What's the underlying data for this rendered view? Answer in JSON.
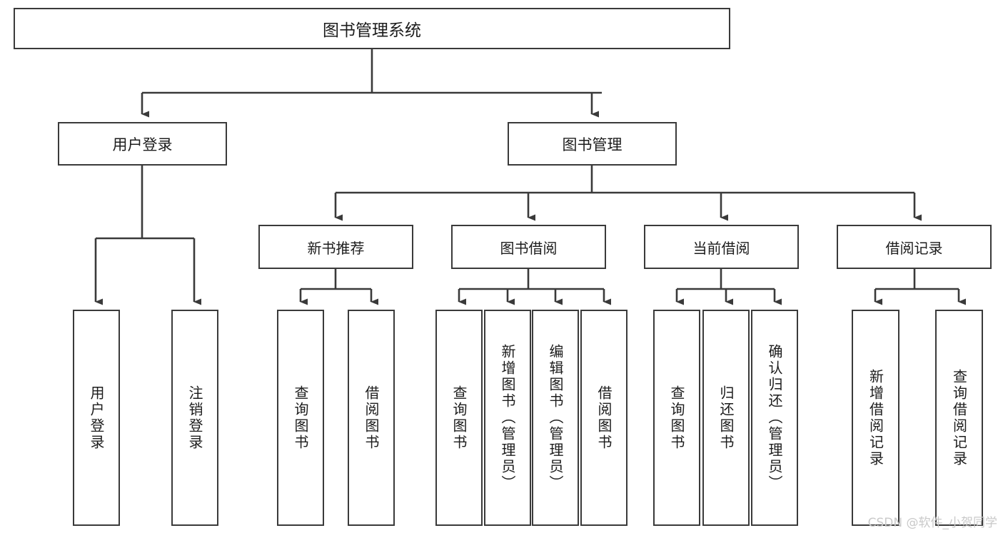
{
  "diagram": {
    "title": "图书管理系统",
    "type": "hierarchy-tree",
    "colors": {
      "box_border": "#3a3a3a",
      "box_fill": "#ffffff",
      "connector": "#3a3a3a",
      "text": "#1c1c1c",
      "watermark": "#c9c9c9",
      "background": "#ffffff"
    },
    "root": {
      "label": "图书管理系统"
    },
    "level2": [
      {
        "label": "用户登录"
      },
      {
        "label": "图书管理"
      }
    ],
    "level3": [
      {
        "label": "新书推荐"
      },
      {
        "label": "图书借阅"
      },
      {
        "label": "当前借阅"
      },
      {
        "label": "借阅记录"
      }
    ],
    "leaves": {
      "user_login": [
        {
          "label": "用户登录"
        },
        {
          "label": "注销登录"
        }
      ],
      "new_book_recommend": [
        {
          "label": "查询图书"
        },
        {
          "label": "借阅图书"
        }
      ],
      "book_borrow": [
        {
          "label": "查询图书"
        },
        {
          "label": "新增图书（管理员）"
        },
        {
          "label": "编辑图书（管理员）"
        },
        {
          "label": "借阅图书"
        }
      ],
      "current_borrow": [
        {
          "label": "查询图书"
        },
        {
          "label": "归还图书"
        },
        {
          "label": "确认归还（管理员）"
        }
      ],
      "borrow_record": [
        {
          "label": "新增借阅记录"
        },
        {
          "label": "查询借阅记录"
        }
      ]
    }
  },
  "watermark": {
    "text": "CSDN @软件_小贺同学"
  }
}
